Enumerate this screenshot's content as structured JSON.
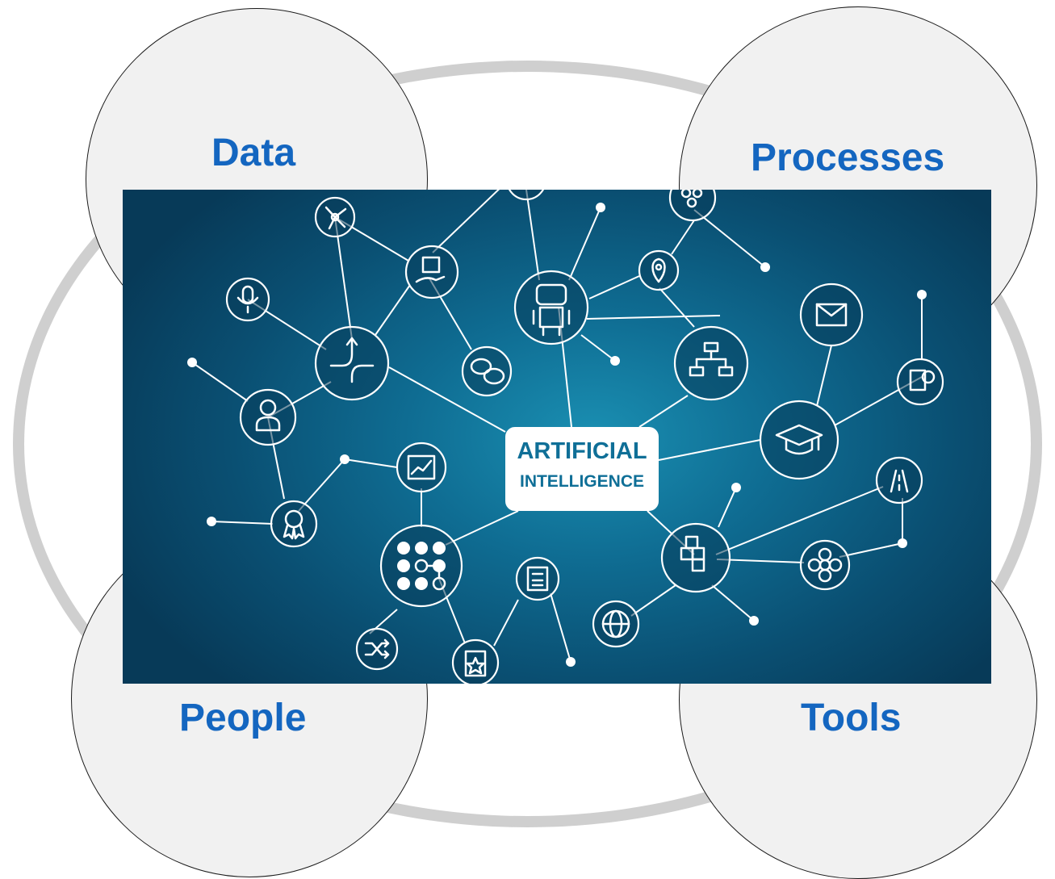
{
  "quadrants": {
    "data": "Data",
    "processes": "Processes",
    "people": "People",
    "tools": "Tools"
  },
  "center": {
    "line1": "ARTIFICIAL",
    "line2": "INTELLIGENCE"
  },
  "icons": {
    "top_cut": "node-icon",
    "cluster": "hexagon-cluster-icon",
    "network": "network-nodes-icon",
    "box_hand": "box-in-hand-icon",
    "robot": "robot-icon",
    "location": "location-pin-icon",
    "mic": "microphone-icon",
    "merge": "merge-arrow-icon",
    "chat": "chat-bubbles-icon",
    "flowchart": "flowchart-icon",
    "mail": "envelope-icon",
    "document_check": "document-check-icon",
    "person": "person-icon",
    "graduation": "graduation-cap-icon",
    "growth_chart": "growth-chart-icon",
    "road": "road-icon",
    "award": "award-ribbon-icon",
    "dot_grid": "dot-grid-icon",
    "cubes": "cubes-icon",
    "flower": "flower-icon",
    "checklist": "checklist-icon",
    "globe": "www-globe-icon",
    "shuffle": "shuffle-icon",
    "star_card": "star-card-icon"
  },
  "colors": {
    "label": "#1466c0",
    "ring": "#cfcfcf",
    "bubble": "#f1f1f1",
    "panel_dark": "#073a58",
    "panel_light": "#1a8fb2",
    "center_text": "#0f6f97"
  }
}
